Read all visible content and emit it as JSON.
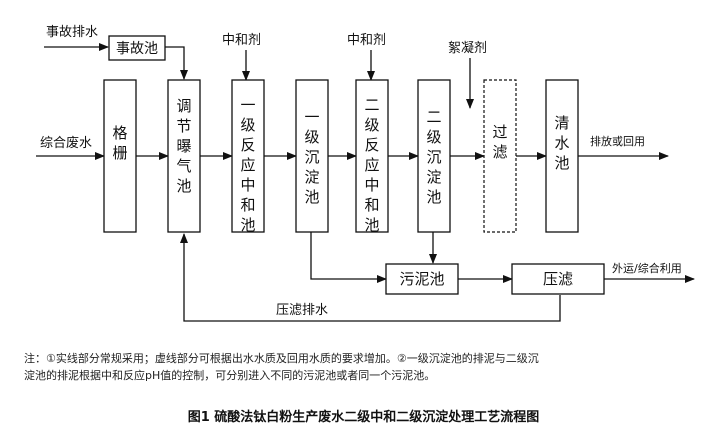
{
  "boxes": {
    "emergency_pool": "事故池",
    "grid": "格栅",
    "regulating_aeration_tank": "调节曝气池",
    "primary_neutralization": "一级反应中和池",
    "primary_sedimentation": "一级沉淀池",
    "secondary_neutralization": "二级反应中和池",
    "secondary_sedimentation": "二级沉淀池",
    "filtration": "过滤",
    "clear_water_tank": "清水池",
    "sludge_tank": "污泥池",
    "filter_press": "压滤"
  },
  "labels": {
    "emergency_discharge": "事故排水",
    "neutralizer_1": "中和剂",
    "neutralizer_2": "中和剂",
    "flocculant": "絮凝剂",
    "inflow": "综合废水",
    "discharge_or_reuse": "排放或回用",
    "external_transport": "外运/综合利用",
    "press_filtrate": "压滤排水"
  },
  "note": {
    "line1": "注：①实线部分常规采用；虚线部分可根据出水水质及回用水质的要求增加。②一级沉淀池的排泥与二级沉",
    "line2": "淀池的排泥根据中和反应pH值的控制，可分别进入不同的污泥池或者同一个污泥池。"
  },
  "caption": "图1  硫酸法钛白粉生产废水二级中和二级沉淀处理工艺流程图"
}
